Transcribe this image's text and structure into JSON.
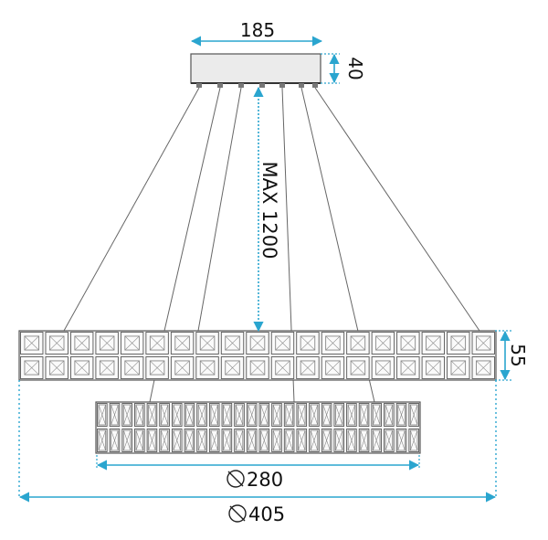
{
  "dimensions": {
    "canopy_width": "185",
    "canopy_height": "40",
    "max_drop": "MAX 1200",
    "ring_height": "55",
    "inner_diameter": "280",
    "outer_diameter": "405"
  },
  "colors": {
    "dimension_line": "#2aa5cf",
    "cable": "#666666",
    "canopy_fill": "#ebebeb",
    "frame": "#555555",
    "crystal": "#888888"
  }
}
